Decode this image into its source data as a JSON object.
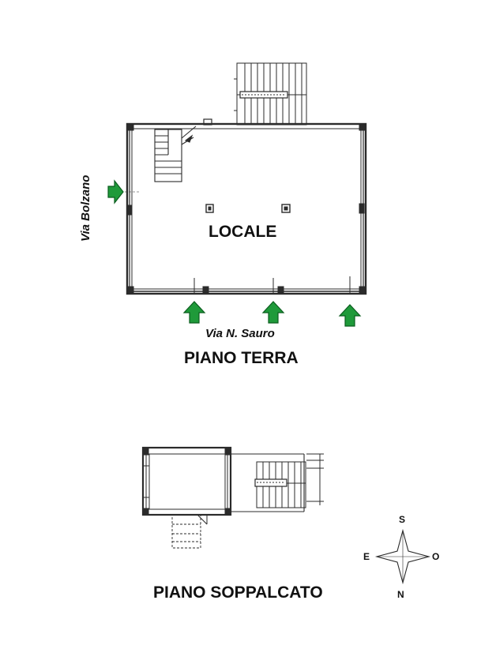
{
  "ground_floor": {
    "room_label": "LOCALE",
    "street_south": "Via N. Sauro",
    "street_west": "Via Bolzano",
    "title": "PIANO TERRA"
  },
  "mezzanine": {
    "title": "PIANO SOPPALCATO"
  },
  "compass": {
    "top": "S",
    "left": "E",
    "right": "O",
    "bottom": "N"
  },
  "colors": {
    "arrow_fill": "#1f9a3a",
    "arrow_stroke": "#0b5d1e",
    "line": "#2b2b2b"
  }
}
